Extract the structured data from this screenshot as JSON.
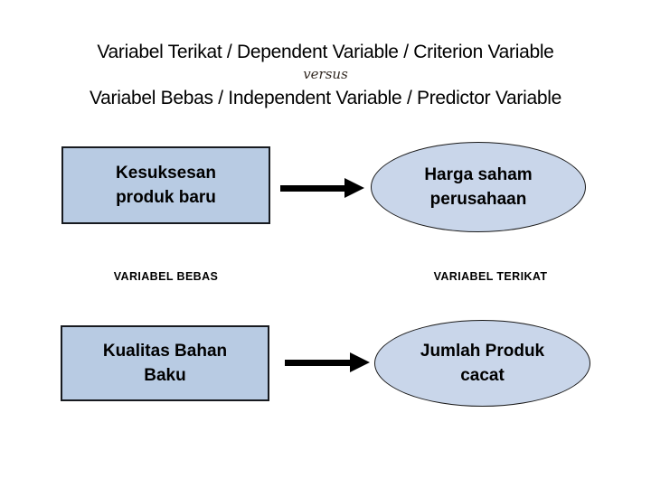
{
  "slide": {
    "title_line1": "Variabel Terikat / Dependent Variable / Criterion Variable",
    "versus": "versus",
    "title_line2": "Variabel Bebas / Independent Variable / Predictor Variable"
  },
  "diagram": {
    "rows": [
      {
        "cause": {
          "line1": "Kesuksesan",
          "line2": "produk baru"
        },
        "effect": {
          "line1": "Harga saham",
          "line2": "perusahaan"
        }
      },
      {
        "cause": {
          "line1": "Kualitas Bahan",
          "line2": "Baku"
        },
        "effect": {
          "line1": "Jumlah Produk",
          "line2": "cacat"
        }
      }
    ],
    "labels": {
      "left": "VARIABEL BEBAS",
      "right": "VARIABEL TERIKAT"
    }
  },
  "colors": {
    "title_text": "#000000",
    "versus_text": "#342a23",
    "box_text": "#000000",
    "label_text": "#000000",
    "shape_fill_rect": "#b8cbe3",
    "shape_fill_ellipse": "#c9d6ea",
    "rect_border": "#171a1f",
    "ellipse_border": "#1a1a1a",
    "arrow": "#000000"
  }
}
